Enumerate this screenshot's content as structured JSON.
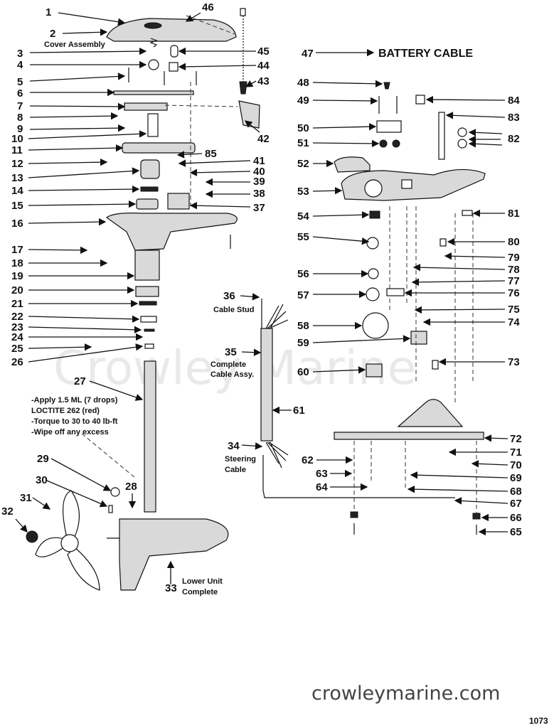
{
  "watermark": "Crowley Marine",
  "site": "crowleymarine.com",
  "page_number": "1073",
  "battery_cable_title": "BATTERY CABLE",
  "labels": {
    "cover_assembly": "Cover Assembly",
    "cable_stud": "Cable Stud",
    "complete_cable_assy_1": "Complete",
    "complete_cable_assy_2": "Cable Assy.",
    "steering_cable_1": "Steering",
    "steering_cable_2": "Cable",
    "lower_unit_1": "Lower Unit",
    "lower_unit_2": "Complete",
    "note_1": "-Apply 1.5 ML (7 drops)",
    "note_2": "LOCTITE 262 (red)",
    "note_3": "-Torque to 30 to 40 lb-ft",
    "note_4": "-Wipe off any excess"
  },
  "callouts": [
    {
      "n": "1"
    },
    {
      "n": "2"
    },
    {
      "n": "3"
    },
    {
      "n": "4"
    },
    {
      "n": "5"
    },
    {
      "n": "6"
    },
    {
      "n": "7"
    },
    {
      "n": "8"
    },
    {
      "n": "9"
    },
    {
      "n": "10"
    },
    {
      "n": "11"
    },
    {
      "n": "12"
    },
    {
      "n": "13"
    },
    {
      "n": "14"
    },
    {
      "n": "15"
    },
    {
      "n": "16"
    },
    {
      "n": "17"
    },
    {
      "n": "18"
    },
    {
      "n": "19"
    },
    {
      "n": "20"
    },
    {
      "n": "21"
    },
    {
      "n": "22"
    },
    {
      "n": "23"
    },
    {
      "n": "24"
    },
    {
      "n": "25"
    },
    {
      "n": "26"
    },
    {
      "n": "27"
    },
    {
      "n": "28"
    },
    {
      "n": "29"
    },
    {
      "n": "30"
    },
    {
      "n": "31"
    },
    {
      "n": "32"
    },
    {
      "n": "33"
    },
    {
      "n": "34"
    },
    {
      "n": "35"
    },
    {
      "n": "36"
    },
    {
      "n": "37"
    },
    {
      "n": "38"
    },
    {
      "n": "39"
    },
    {
      "n": "40"
    },
    {
      "n": "41"
    },
    {
      "n": "42"
    },
    {
      "n": "43"
    },
    {
      "n": "44"
    },
    {
      "n": "45"
    },
    {
      "n": "46"
    },
    {
      "n": "47"
    },
    {
      "n": "48"
    },
    {
      "n": "49"
    },
    {
      "n": "50"
    },
    {
      "n": "51"
    },
    {
      "n": "52"
    },
    {
      "n": "53"
    },
    {
      "n": "54"
    },
    {
      "n": "55"
    },
    {
      "n": "56"
    },
    {
      "n": "57"
    },
    {
      "n": "58"
    },
    {
      "n": "59"
    },
    {
      "n": "60"
    },
    {
      "n": "61"
    },
    {
      "n": "62"
    },
    {
      "n": "63"
    },
    {
      "n": "64"
    },
    {
      "n": "65"
    },
    {
      "n": "66"
    },
    {
      "n": "67"
    },
    {
      "n": "68"
    },
    {
      "n": "69"
    },
    {
      "n": "70"
    },
    {
      "n": "71"
    },
    {
      "n": "72"
    },
    {
      "n": "73"
    },
    {
      "n": "74"
    },
    {
      "n": "75"
    },
    {
      "n": "76"
    },
    {
      "n": "77"
    },
    {
      "n": "78"
    },
    {
      "n": "79"
    },
    {
      "n": "80"
    },
    {
      "n": "81"
    },
    {
      "n": "82"
    },
    {
      "n": "83"
    },
    {
      "n": "84"
    },
    {
      "n": "85"
    }
  ]
}
